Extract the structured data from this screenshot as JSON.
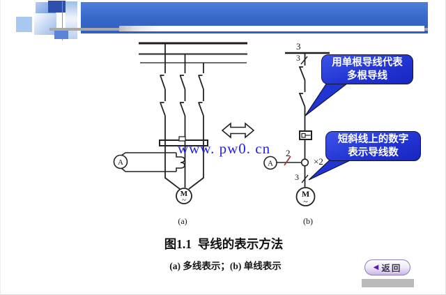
{
  "figure": {
    "watermark": "www. pw0. cn",
    "left": {
      "label": "(a)",
      "ammeter_letter": "A",
      "motor_letter": "M",
      "motor_tilde": "~"
    },
    "right": {
      "label": "(b)",
      "bus_count": "3",
      "bus_slash_count": "3",
      "branch_count": "2",
      "multiplier": "×2",
      "motor_feed_count": "3",
      "ammeter_letter": "A",
      "motor_letter": "M",
      "motor_tilde": "~"
    },
    "callout_top": {
      "line1": "用单根导线代表",
      "line2": "多根导线"
    },
    "callout_bottom": {
      "line1": "短斜线上的数字",
      "line2": "表示导线数"
    }
  },
  "caption": {
    "title": "图1.1  导线的表示方法",
    "subtitle": "(a) 多线表示；(b) 单线表示"
  },
  "footer": {
    "return_icon": "◀",
    "return_label": "返回"
  },
  "colors": {
    "banner_blue": "#3a6cd0",
    "callout_blue": "#2135d2",
    "watermark_blue": "#1f1fe8",
    "slash_red": "#9c3838",
    "button_purple": "#5a1f9e",
    "gray_bar": "#bababa"
  }
}
